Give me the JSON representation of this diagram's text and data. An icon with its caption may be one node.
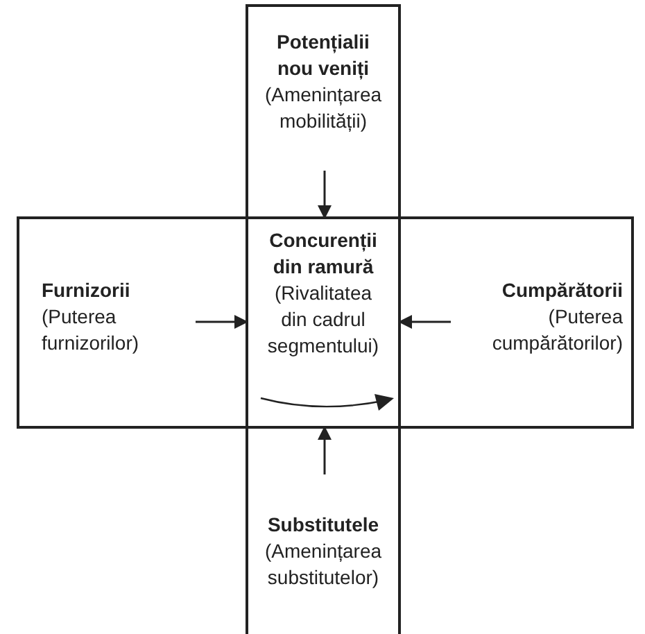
{
  "diagram": {
    "nodes": [
      {
        "text": [
          "Potențialii nou veniți",
          "(Amenințarea mobilității)"
        ]
      },
      {
        "text": [
          "Furnizorii",
          "(Puterea furnizorilor)"
        ]
      },
      {
        "text": [
          "Concurenții din ramură",
          "(Rivalitatea din cadrul segmentului)"
        ]
      },
      {
        "text": [
          "Cumpărătorii",
          "(Puterea cumpărătorilor)"
        ]
      },
      {
        "text": [
          "Substitutele",
          "(Amenințarea substitutelor)"
        ]
      }
    ],
    "edges": [
      {
        "from": 0,
        "to": 2,
        "arrow": "to"
      },
      {
        "from": 1,
        "to": 2,
        "arrow": "to"
      },
      {
        "from": 3,
        "to": 2,
        "arrow": "to"
      },
      {
        "from": 4,
        "to": 2,
        "arrow": "to"
      }
    ]
  }
}
